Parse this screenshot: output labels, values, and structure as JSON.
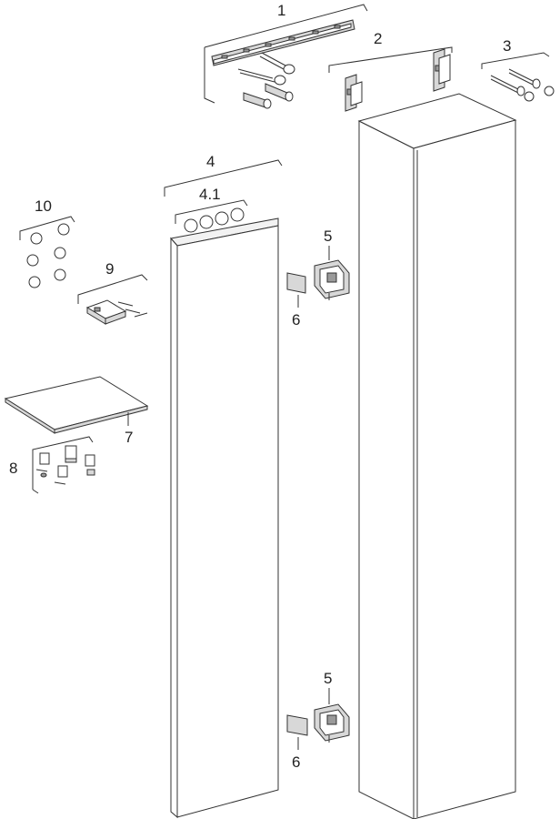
{
  "labels": {
    "p1": "1",
    "p2": "2",
    "p3": "3",
    "p4": "4",
    "p4_1": "4.1",
    "p5_top": "5",
    "p5_bottom": "5",
    "p6_top": "6",
    "p6_bottom": "6",
    "p7": "7",
    "p8": "8",
    "p9": "9",
    "p10": "10"
  }
}
